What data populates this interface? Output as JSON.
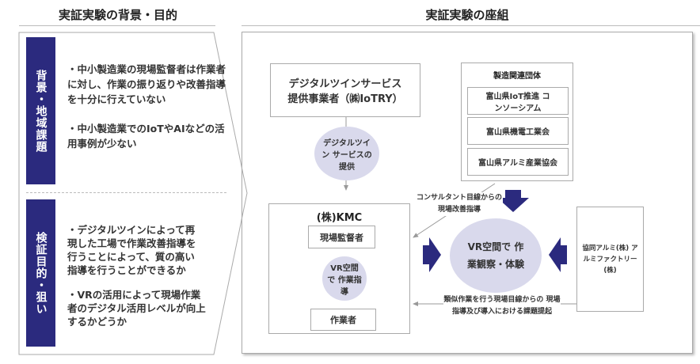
{
  "left": {
    "title": "実証実験の背景・目的",
    "background_label": "背景・地域課題",
    "background_points": [
      "・中小製造業の現場監督者は作業者に対し、作業の振り返りや改善指導を十分に行えていない",
      "・中小製造業でのIoTやAIなどの活用事例が少ない"
    ],
    "purpose_label": "検証目的・狙い",
    "purpose_points": [
      "・デジタルツインによって再現した工場で作業改善指導を行うことによって、質の高い指導を行うことができるか",
      "・VRの活用によって現場作業者のデジタル活用レベルが向上するかどうか"
    ]
  },
  "right": {
    "title": "実証実験の座組",
    "provider": "デジタルツインサービス 提供事業者（㈱IoTRY）",
    "provision": "デジタルツイン サービスの提供",
    "assoc_title": "製造関連団体",
    "assoc_members": [
      "富山県IoT推進 コンソーシアム",
      "富山県機電工業会",
      "富山県アルミ産業協会"
    ],
    "consult_note": "コンサルタント目線からの 現場改善指導",
    "kmc": "(株)KMC",
    "supervisor": "現場監督者",
    "vr_guidance": "VR空間で 作業指導",
    "worker": "作業者",
    "vr_center": "VR空間で 作業観察・体験",
    "partners": "協同アルミ(株) アルミファクトリー(株)",
    "partner_note": "類似作業を行う現場目線からの 現場指導及び導入における課題提起"
  },
  "colors": {
    "navy": "#2b2a7e",
    "bubble": "#d9d9ec"
  }
}
